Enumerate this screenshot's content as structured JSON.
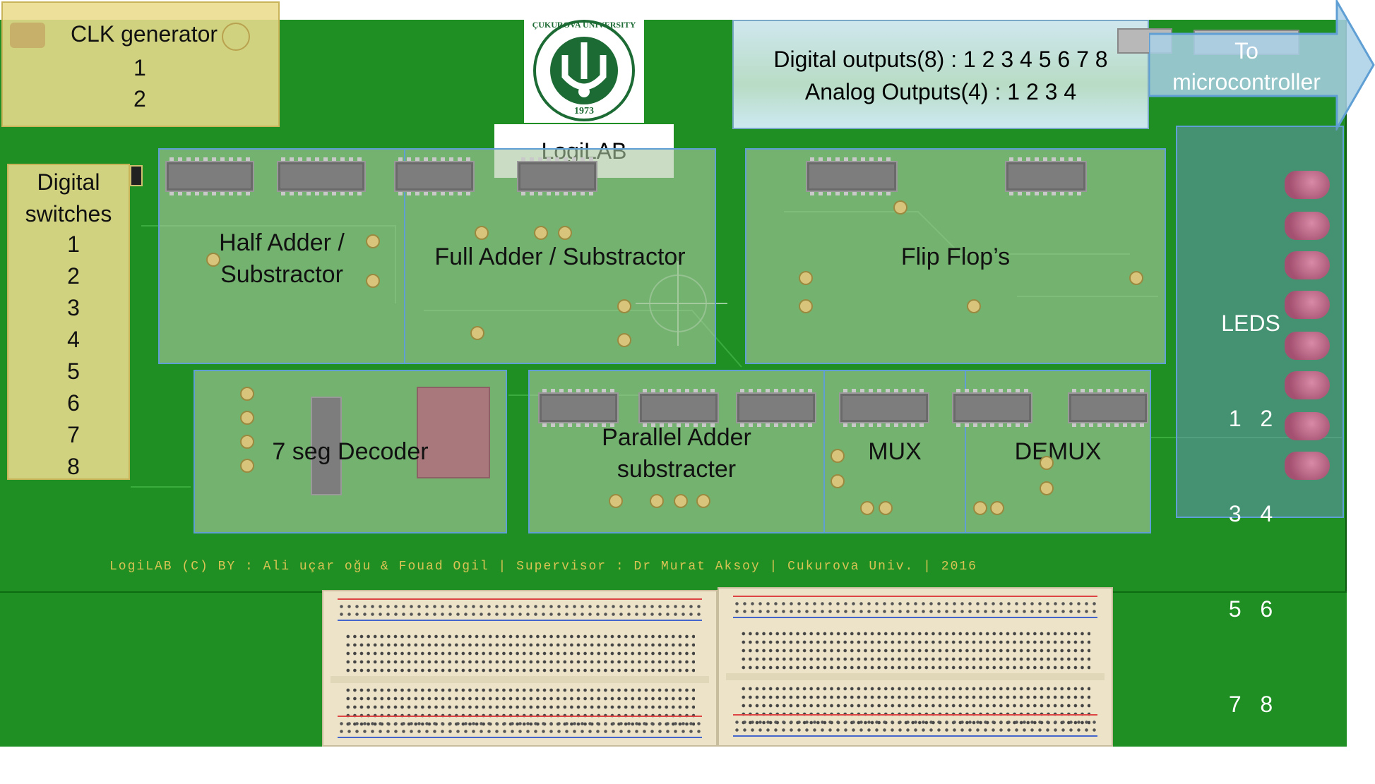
{
  "title": "LogiLAB",
  "logo": {
    "university": "ÇUKUROVA UNIVERSITY",
    "year": "1973"
  },
  "clk": {
    "title": "CLK generator",
    "items": [
      "1",
      "2"
    ]
  },
  "outputs": {
    "digital": "Digital outputs(8) : 1 2 3 4 5 6 7 8",
    "analog": "Analog Outputs(4) : 1 2 3 4"
  },
  "micro": {
    "line1": "To",
    "line2": "microcontroller"
  },
  "switches": {
    "line1": "Digital",
    "line2": "switches",
    "numbers": [
      "1",
      "2",
      "3",
      "4",
      "5",
      "6",
      "7",
      "8"
    ]
  },
  "modules": {
    "half_adder": [
      "Half Adder /",
      "Substractor"
    ],
    "full_adder": "Full Adder / Substractor",
    "flipflops": "Flip Flop’s",
    "seven_seg": "7 seg Decoder",
    "parallel_adder": [
      "Parallel Adder",
      "substracter"
    ],
    "mux": "MUX",
    "demux": "DEMUX"
  },
  "leds": {
    "title": "LEDS",
    "rows": [
      "1   2",
      "3   4",
      "5   6",
      "7   8"
    ]
  },
  "silkscreen": "LogiLAB (C) BY : Ali uçar oğu & Fouad Ogil | Supervisor : Dr Murat Aksoy | Cukurova Univ. | 2016",
  "colors": {
    "board": "#1f8f24",
    "region": "#aac8a0",
    "highlight": "#ebdc8c",
    "border": "#5f9fd4"
  }
}
